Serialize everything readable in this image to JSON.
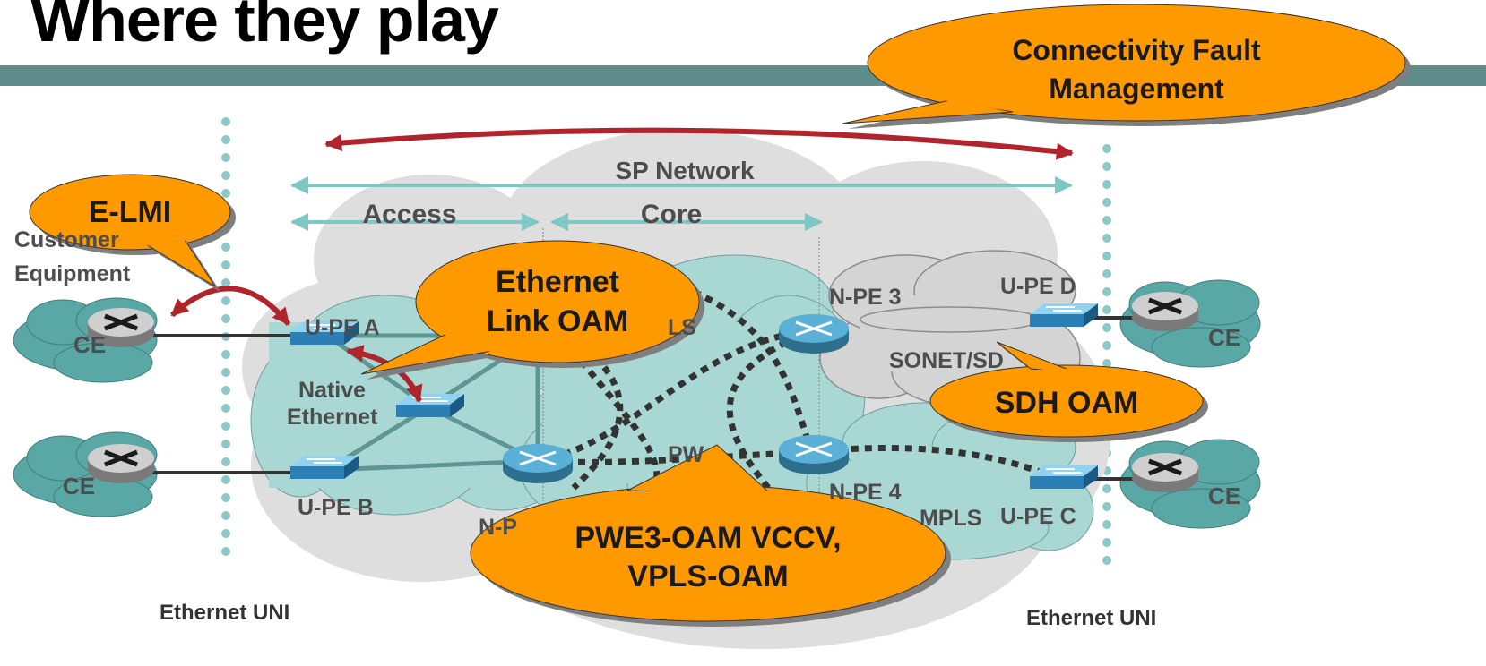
{
  "slide": {
    "title": "Where they play"
  },
  "colors": {
    "title_bar": "#5f8d8b",
    "callout_fill": "#ff9900",
    "callout_shadow": "#7f7f7f",
    "arrow_red": "#b0242c",
    "arrow_teal": "#7fc7c3",
    "cloud_gray": "#d9d9d9",
    "cloud_teal": "#a9d8d4",
    "cloud_ce": "#5aa8a6",
    "uni_dots": "#8cc9c7"
  },
  "regions": {
    "sp_network": "SP Network",
    "access": "Access",
    "core": "Core",
    "native": "Native",
    "ethernet": "Ethernet",
    "mpls_top": "LS",
    "sonet_sdh": "SONET/SD",
    "pw": "PW",
    "mpls_bottom": "MPLS",
    "n_pe_partial": "N-P"
  },
  "devices": {
    "customer_line1": "Customer",
    "customer_line2": "Equipment",
    "ce_top_left": "CE",
    "ce_bottom_left": "CE",
    "ce_top_right": "CE",
    "ce_bottom_right": "CE",
    "upe_a": "U-PE A",
    "upe_b": "U-PE B",
    "upe_c": "U-PE C",
    "upe_d": "U-PE D",
    "npe_3": "N-PE 3",
    "npe_4": "N-PE 4"
  },
  "uni": {
    "left": "Ethernet UNI",
    "right": "Ethernet UNI"
  },
  "callouts": {
    "cfm_line1": "Connectivity Fault",
    "cfm_line2": "Management",
    "elmi": "E-LMI",
    "link_oam_line1": "Ethernet",
    "link_oam_line2": "Link OAM",
    "sdh_oam": "SDH OAM",
    "pwe3_line1": "PWE3-OAM VCCV,",
    "pwe3_line2": "VPLS-OAM"
  }
}
